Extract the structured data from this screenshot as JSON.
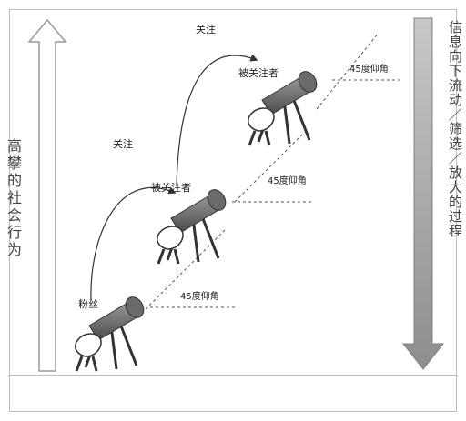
{
  "left_axis_label": "高攀的社会行为",
  "right_axis_label": "信息向下流动／筛选／放大的过程",
  "roles": {
    "top": "被关注者",
    "middle": "被关注者",
    "bottom": "粉丝"
  },
  "follow_labels": {
    "upper": "关注",
    "lower": "关注"
  },
  "angle_labels": {
    "top": "45度仰角",
    "middle": "45度仰角",
    "bottom": "45度仰角"
  }
}
